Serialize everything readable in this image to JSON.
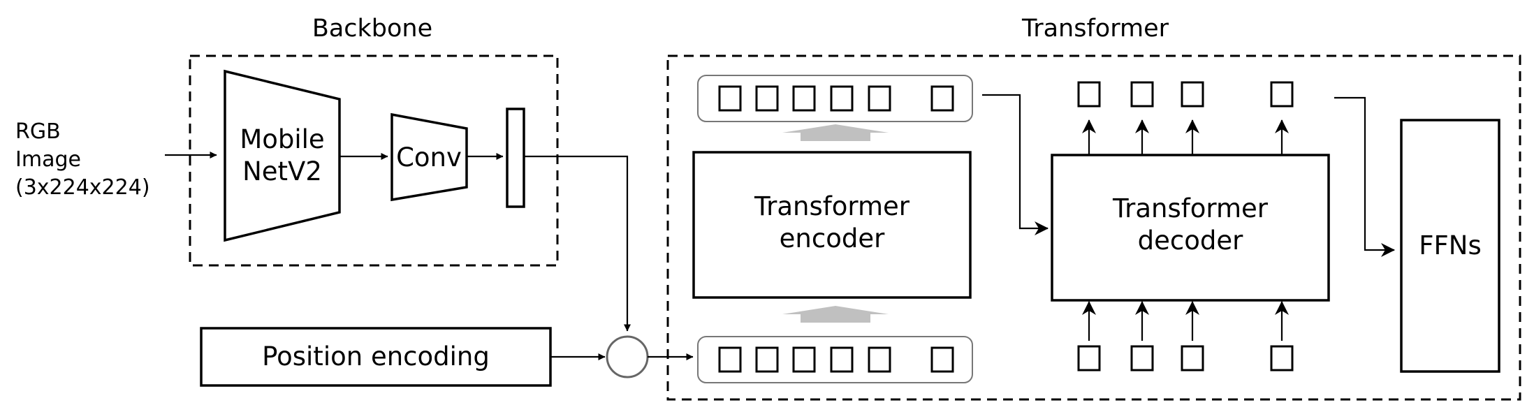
{
  "backbone": {
    "title": "Backbone",
    "mobilenet_line1": "Mobile",
    "mobilenet_line2": "NetV2",
    "conv": "Conv"
  },
  "input": {
    "line1": "RGB",
    "line2": "Image",
    "line3": "(3x224x224)"
  },
  "position_encoding": "Position encoding",
  "transformer": {
    "title": "Transformer",
    "encoder_line1": "Transformer",
    "encoder_line2": "encoder",
    "decoder_line1": "Transformer",
    "decoder_line2": "decoder",
    "ffns": "FFNs"
  },
  "colors": {
    "stroke": "#000000",
    "upsample_arrow": "#c0c0c0",
    "token_strip_border": "#777777"
  }
}
